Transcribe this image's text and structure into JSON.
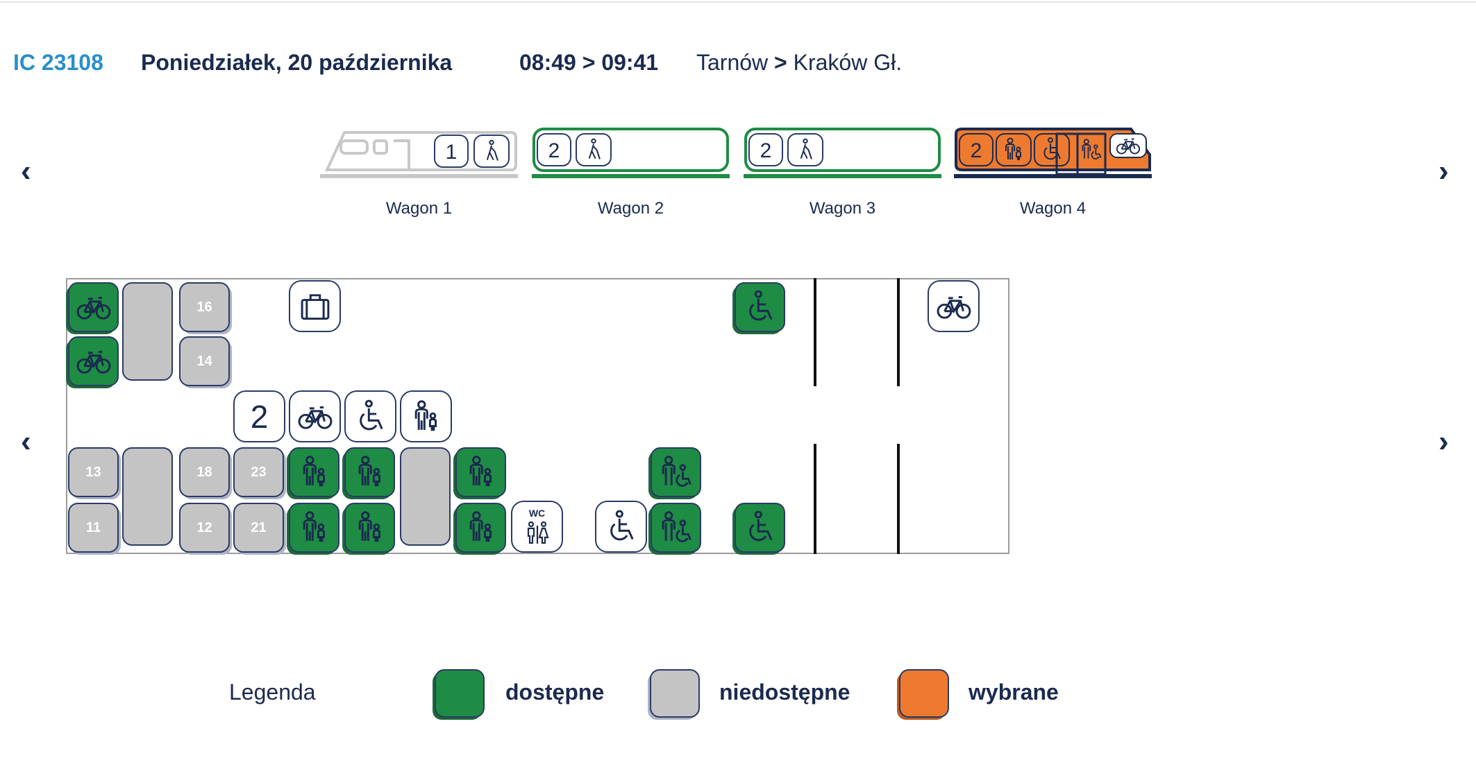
{
  "header": {
    "train": "IC 23108",
    "date": "Poniedziałek, 20 października",
    "time": "08:49 > 09:41",
    "route_from": "Tarnów",
    "route_sep": ">",
    "route_to": "Kraków Gł."
  },
  "nav": {
    "prev": "‹",
    "next": "›"
  },
  "wagons": [
    {
      "label": "Wagon 1",
      "class": "1",
      "state": "unavailable"
    },
    {
      "label": "Wagon 2",
      "class": "2",
      "state": "available"
    },
    {
      "label": "Wagon 3",
      "class": "2",
      "state": "available"
    },
    {
      "label": "Wagon 4",
      "class": "2",
      "state": "selected"
    }
  ],
  "map": {
    "class_badge": "2",
    "wc_label": "WC",
    "seats": {
      "s16": "16",
      "s14": "14",
      "s13": "13",
      "s18": "18",
      "s23": "23",
      "s11": "11",
      "s12": "12",
      "s21": "21"
    }
  },
  "legend": {
    "title": "Legenda",
    "available": "dostępne",
    "unavailable": "niedostępne",
    "selected": "wybrane"
  },
  "colors": {
    "available": "#1e8c44",
    "unavailable": "#c4c4c4",
    "selected": "#ee7a30",
    "navy": "#1b2a4e",
    "accent": "#2a8fc9"
  }
}
